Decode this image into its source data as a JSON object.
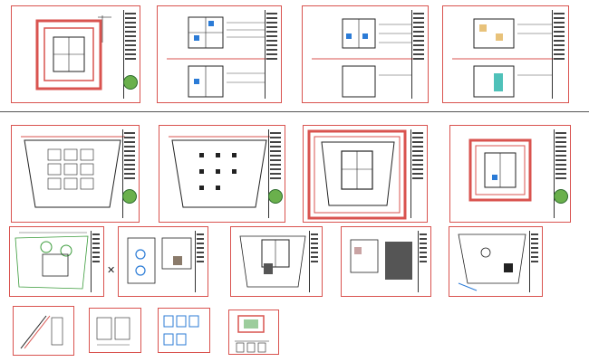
{
  "rows": [
    {
      "sheets": [
        "site-layout",
        "floor-plan-elevation",
        "elevation-details",
        "service-layout"
      ]
    },
    {
      "sheets": [
        "column-grid-plan",
        "foundation-plan",
        "ground-floor-plan",
        "roof-plan"
      ]
    },
    {
      "sheets": [
        "landscape-plan",
        "furniture-layout",
        "first-floor-plan",
        "terrace-plan",
        "site-section"
      ]
    },
    {
      "sheets": [
        "staircase-detail",
        "door-window-detail",
        "toilet-detail",
        "wall-section"
      ]
    }
  ],
  "colors": {
    "sheet_border": "#d9534f",
    "ink": "#222222",
    "accent_green": "#6ab04c",
    "accent_blue": "#2b7bd6"
  },
  "icons": {
    "between_sheets": "cross-icon",
    "sheet_seal": "seal-icon"
  }
}
